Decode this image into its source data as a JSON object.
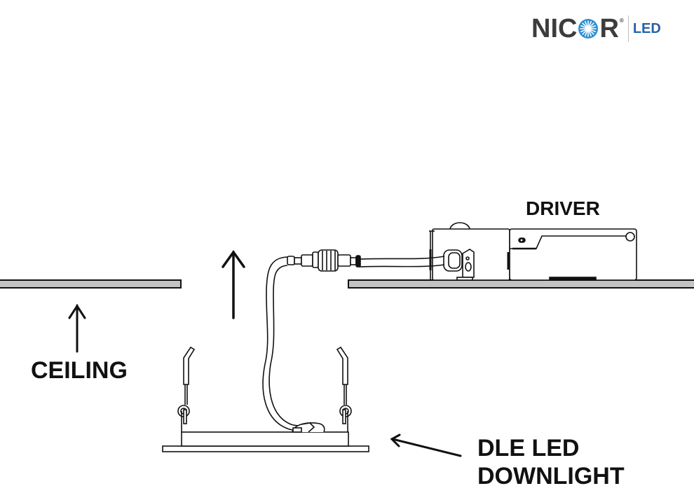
{
  "logo": {
    "brand_left": "NIC",
    "brand_right": "R",
    "registered_mark": "®",
    "suffix": "LED",
    "colors": {
      "brand": "#3c3c3c",
      "star": "#2a8fd6",
      "suffix": "#2563a8"
    }
  },
  "labels": {
    "driver": "DRIVER",
    "ceiling": "CEILING",
    "downlight_line1": "DLE LED",
    "downlight_line2": "DOWNLIGHT"
  },
  "colors": {
    "ceiling_fill": "#c3c3c3",
    "stroke": "#111111",
    "background": "#ffffff"
  },
  "components": [
    "ceiling-left",
    "ceiling-right",
    "driver-box",
    "connector-cable",
    "downlight-fixture",
    "spring-clips"
  ]
}
